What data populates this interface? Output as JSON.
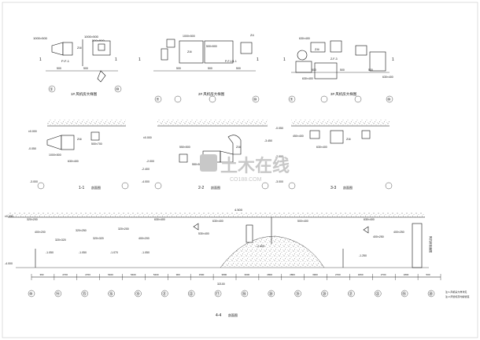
{
  "plans": [
    {
      "caption": "1# 风机房大样图",
      "labels": [
        "1000×500",
        "1000×500",
        "500×500",
        "P-F-1",
        "Z4i"
      ],
      "axes_left": [
        "1",
        "①"
      ],
      "axes_right": [
        "1",
        "⑩"
      ],
      "dims": [
        "500",
        "500"
      ]
    },
    {
      "caption": "2# 风机房大样图",
      "labels": [
        "1000×500",
        "500×500",
        "P-F-1/1-1",
        "Z4i",
        "Z4"
      ],
      "axes_left": [
        "1",
        "⑦"
      ],
      "axes_right": [
        "1",
        "⑩"
      ],
      "dims": [
        "500",
        "500",
        "500"
      ]
    },
    {
      "caption": "3# 风机房大样图",
      "labels": [
        "630×400",
        "Z4i",
        "Z-F-3",
        "630×400",
        "630×400"
      ],
      "axes_left": [
        "1",
        "⑦"
      ],
      "axes_right": [
        "1",
        "⑩"
      ],
      "dims": [
        "500",
        "500",
        "500"
      ]
    }
  ],
  "sections": [
    {
      "caption": "1-1",
      "caption_note": "剖面图",
      "levels": [
        "±0.000",
        "-3.000",
        "-0.050"
      ],
      "labels": [
        "Z4i",
        "1000×500",
        "630×400",
        "500×700"
      ]
    },
    {
      "caption": "2-2",
      "caption_note": "剖面图",
      "levels": [
        "±0.000",
        "-2.000",
        "-2.400",
        "-4.000"
      ],
      "labels": [
        "550×500",
        "550×500",
        "Z4i",
        "P-F-1",
        "-3.450"
      ]
    },
    {
      "caption": "3-3",
      "caption_note": "剖面图",
      "levels": [
        "-0.050",
        "-2.000",
        "-3.000"
      ],
      "labels": [
        "450×400",
        "Z4i",
        "630×400"
      ]
    }
  ],
  "long_section": {
    "caption": "4-4",
    "caption_note": "剖面图",
    "levels": [
      "±0.000",
      "-4.000",
      "-1.050",
      "-1.050",
      "-1.070",
      "-1.050",
      "-2.400",
      "-1.250"
    ],
    "labels": [
      "320×200",
      "400×200",
      "320×320",
      "320×250",
      "320×320",
      "320×200",
      "400×200",
      "630×400",
      "530×400",
      "630×400",
      "500×400",
      "400×250",
      "630×400",
      "400×250"
    ],
    "top_label": "4.500",
    "dims": [
      "360",
      "2700",
      "2700",
      "5400",
      "5400",
      "5400",
      "900",
      "1500",
      "3800",
      "3000",
      "2800",
      "2800",
      "3900",
      "2700",
      "1800",
      "2700",
      "1800",
      "500"
    ],
    "axis_labels": [
      "⑩",
      "⑭",
      "⑮",
      "⑯",
      "⑲",
      "㉑",
      "㉒",
      "⑰",
      "⑱",
      "⑳",
      "⑲",
      "⑳",
      "㉑",
      "㉒",
      "⑲",
      "⑳"
    ],
    "side_note": "风机房剖面图",
    "total_dim": "32100"
  },
  "notes": [
    "注:1.风机房大样详见",
    "注:2.风管标高均指管底"
  ],
  "watermark": {
    "main": "土木在线",
    "sub": "CO188.COM"
  },
  "colors": {
    "ink": "#111111",
    "watermark": "#c8c8c8",
    "paper": "#ffffff"
  }
}
